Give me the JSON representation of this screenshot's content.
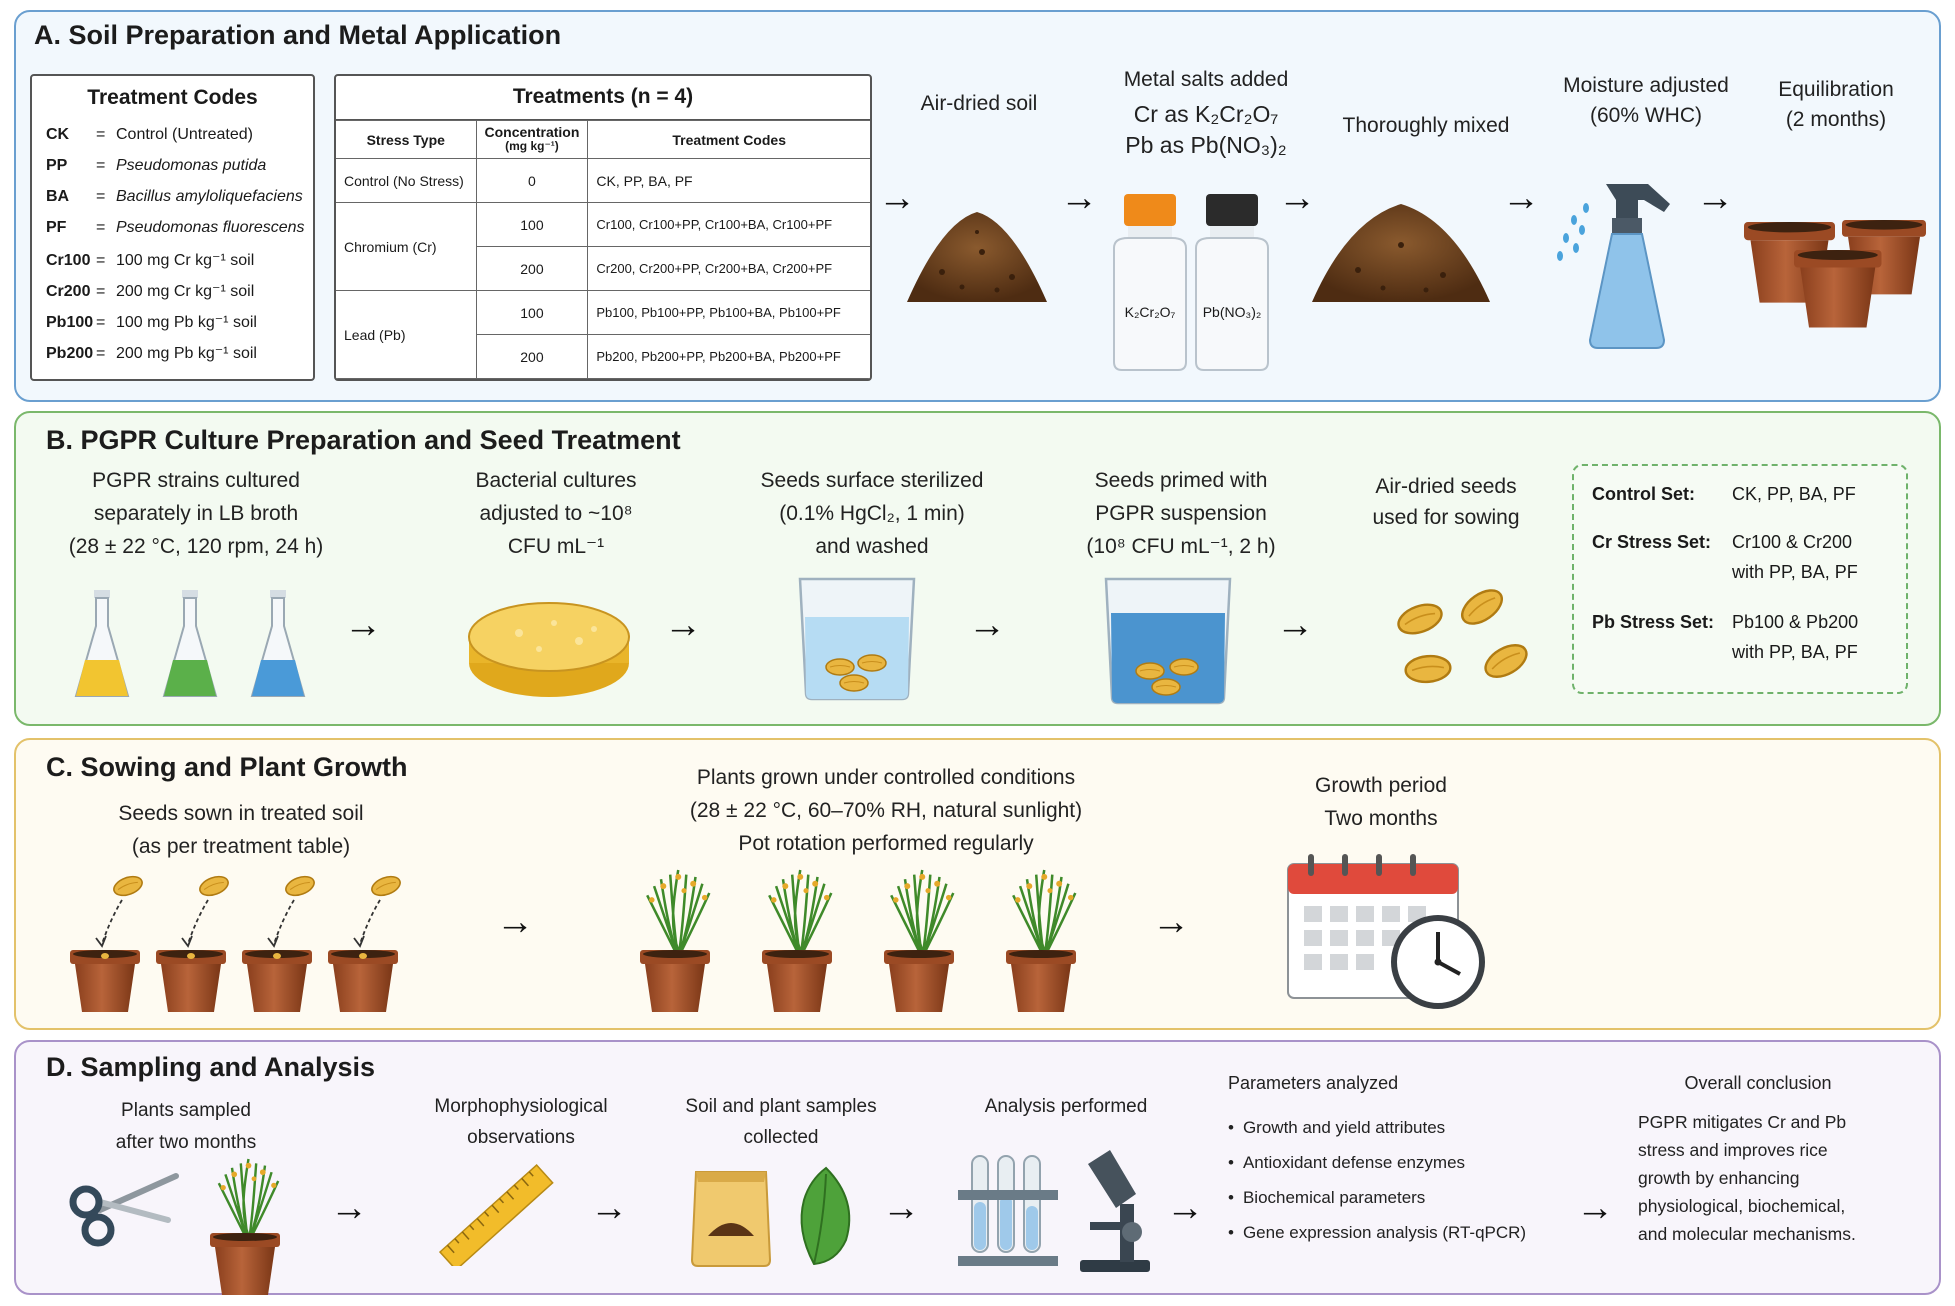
{
  "panel_a": {
    "title": "A. Soil Preparation and Metal Application",
    "codes": {
      "heading": "Treatment Codes",
      "items": [
        {
          "code": "CK",
          "desc": "Control (Untreated)",
          "italic": false
        },
        {
          "code": "PP",
          "desc": "Pseudomonas putida",
          "italic": true
        },
        {
          "code": "BA",
          "desc": "Bacillus amyloliquefaciens",
          "italic": true
        },
        {
          "code": "PF",
          "desc": "Pseudomonas fluorescens",
          "italic": true
        },
        {
          "code": "Cr100",
          "desc": "100 mg Cr kg⁻¹ soil",
          "italic": false
        },
        {
          "code": "Cr200",
          "desc": "200 mg Cr kg⁻¹ soil",
          "italic": false
        },
        {
          "code": "Pb100",
          "desc": "100 mg Pb kg⁻¹ soil",
          "italic": false
        },
        {
          "code": "Pb200",
          "desc": "200 mg Pb kg⁻¹ soil",
          "italic": false
        }
      ],
      "equals": "="
    },
    "table": {
      "heading": "Treatments (n = 4)",
      "col_stress": "Stress Type",
      "col_conc": "Concentration",
      "col_conc_unit": "(mg kg⁻¹)",
      "col_codes": "Treatment Codes",
      "rows": [
        {
          "stress": "Control (No Stress)",
          "conc": "0",
          "codes": "CK, PP, BA, PF"
        },
        {
          "stress": "Chromium (Cr)",
          "conc": "100",
          "codes": "Cr100, Cr100+PP, Cr100+BA, Cr100+PF"
        },
        {
          "stress": "",
          "conc": "200",
          "codes": "Cr200, Cr200+PP, Cr200+BA, Cr200+PF"
        },
        {
          "stress": "Lead (Pb)",
          "conc": "100",
          "codes": "Pb100, Pb100+PP, Pb100+BA, Pb100+PF"
        },
        {
          "stress": "",
          "conc": "200",
          "codes": "Pb200, Pb200+PP, Pb200+BA, Pb200+PF"
        }
      ]
    },
    "steps": {
      "air_dried": "Air-dried soil",
      "metal_title": "Metal salts added",
      "metal_cr": "Cr as K₂Cr₂O₇",
      "metal_pb": "Pb as Pb(NO₃)₂",
      "bottle1_label": "K₂Cr₂O₇",
      "bottle2_label": "Pb(NO₃)₂",
      "mixed": "Thoroughly mixed",
      "moisture_1": "Moisture adjusted",
      "moisture_2": "(60% WHC)",
      "equil_1": "Equilibration",
      "equil_2": "(2 months)"
    }
  },
  "panel_b": {
    "title": "B.  PGPR Culture Preparation and Seed Treatment",
    "step1": [
      "PGPR strains cultured",
      "separately in LB broth",
      "(28 ± 22 °C, 120 rpm, 24 h)"
    ],
    "step2": [
      "Bacterial cultures",
      "adjusted to ~10⁸",
      "CFU mL⁻¹"
    ],
    "step3": [
      "Seeds surface sterilized",
      "(0.1% HgCl₂, 1 min)",
      "and washed"
    ],
    "step4": [
      "Seeds primed with",
      "PGPR suspension",
      "(10⁸ CFU mL⁻¹, 2 h)"
    ],
    "step5": [
      "Air-dried seeds",
      "used for sowing"
    ],
    "sets": [
      {
        "label": "Control Set:",
        "line1": "CK, PP, BA, PF",
        "line2": ""
      },
      {
        "label": "Cr Stress Set:",
        "line1": "Cr100 & Cr200",
        "line2": "with PP, BA, PF"
      },
      {
        "label": "Pb Stress Set:",
        "line1": "Pb100 & Pb200",
        "line2": "with PP, BA, PF"
      }
    ]
  },
  "panel_c": {
    "title": "C.  Sowing and Plant Growth",
    "sow": [
      "Seeds sown in treated soil",
      "(as per treatment table)"
    ],
    "grow": [
      "Plants grown under controlled conditions",
      "(28 ± 22 °C, 60–70% RH, natural sunlight)",
      "Pot rotation performed regularly"
    ],
    "period": [
      "Growth period",
      "Two months"
    ]
  },
  "panel_d": {
    "title": "D.  Sampling and Analysis",
    "sampled": [
      "Plants sampled",
      "after two months"
    ],
    "morpho": [
      "Morphophysiological",
      "observations"
    ],
    "samples": [
      "Soil and plant samples",
      "collected"
    ],
    "analysis": "Analysis performed",
    "params_title": "Parameters analyzed",
    "params": [
      "Growth and yield attributes",
      "Antioxidant defense enzymes",
      "Biochemical parameters",
      "Gene expression analysis (RT-qPCR)"
    ],
    "conclusion_title": "Overall conclusion",
    "conclusion": [
      "PGPR mitigates Cr and Pb",
      "stress and improves rice",
      "growth by enhancing",
      "physiological, biochemical,",
      "and molecular mechanisms."
    ]
  },
  "arrow_glyph": "→",
  "colors": {
    "panel_a_border": "#6a9fd0",
    "panel_b_border": "#7ab86b",
    "panel_c_border": "#e3c26a",
    "panel_d_border": "#a992c9",
    "soil": "#6b3f1e",
    "pot": "#a5532b",
    "water": "#7fb7e6"
  },
  "icons": [
    "soil-pile-icon",
    "bottle-icon",
    "spray-bottle-icon",
    "pot-icon",
    "flask-icon",
    "petri-dish-icon",
    "beaker-icon",
    "seed-icon",
    "plant-icon",
    "calendar-icon",
    "clock-icon",
    "scissors-icon",
    "ruler-icon",
    "soil-bag-icon",
    "leaf-icon",
    "test-tube-icon",
    "microscope-icon"
  ]
}
